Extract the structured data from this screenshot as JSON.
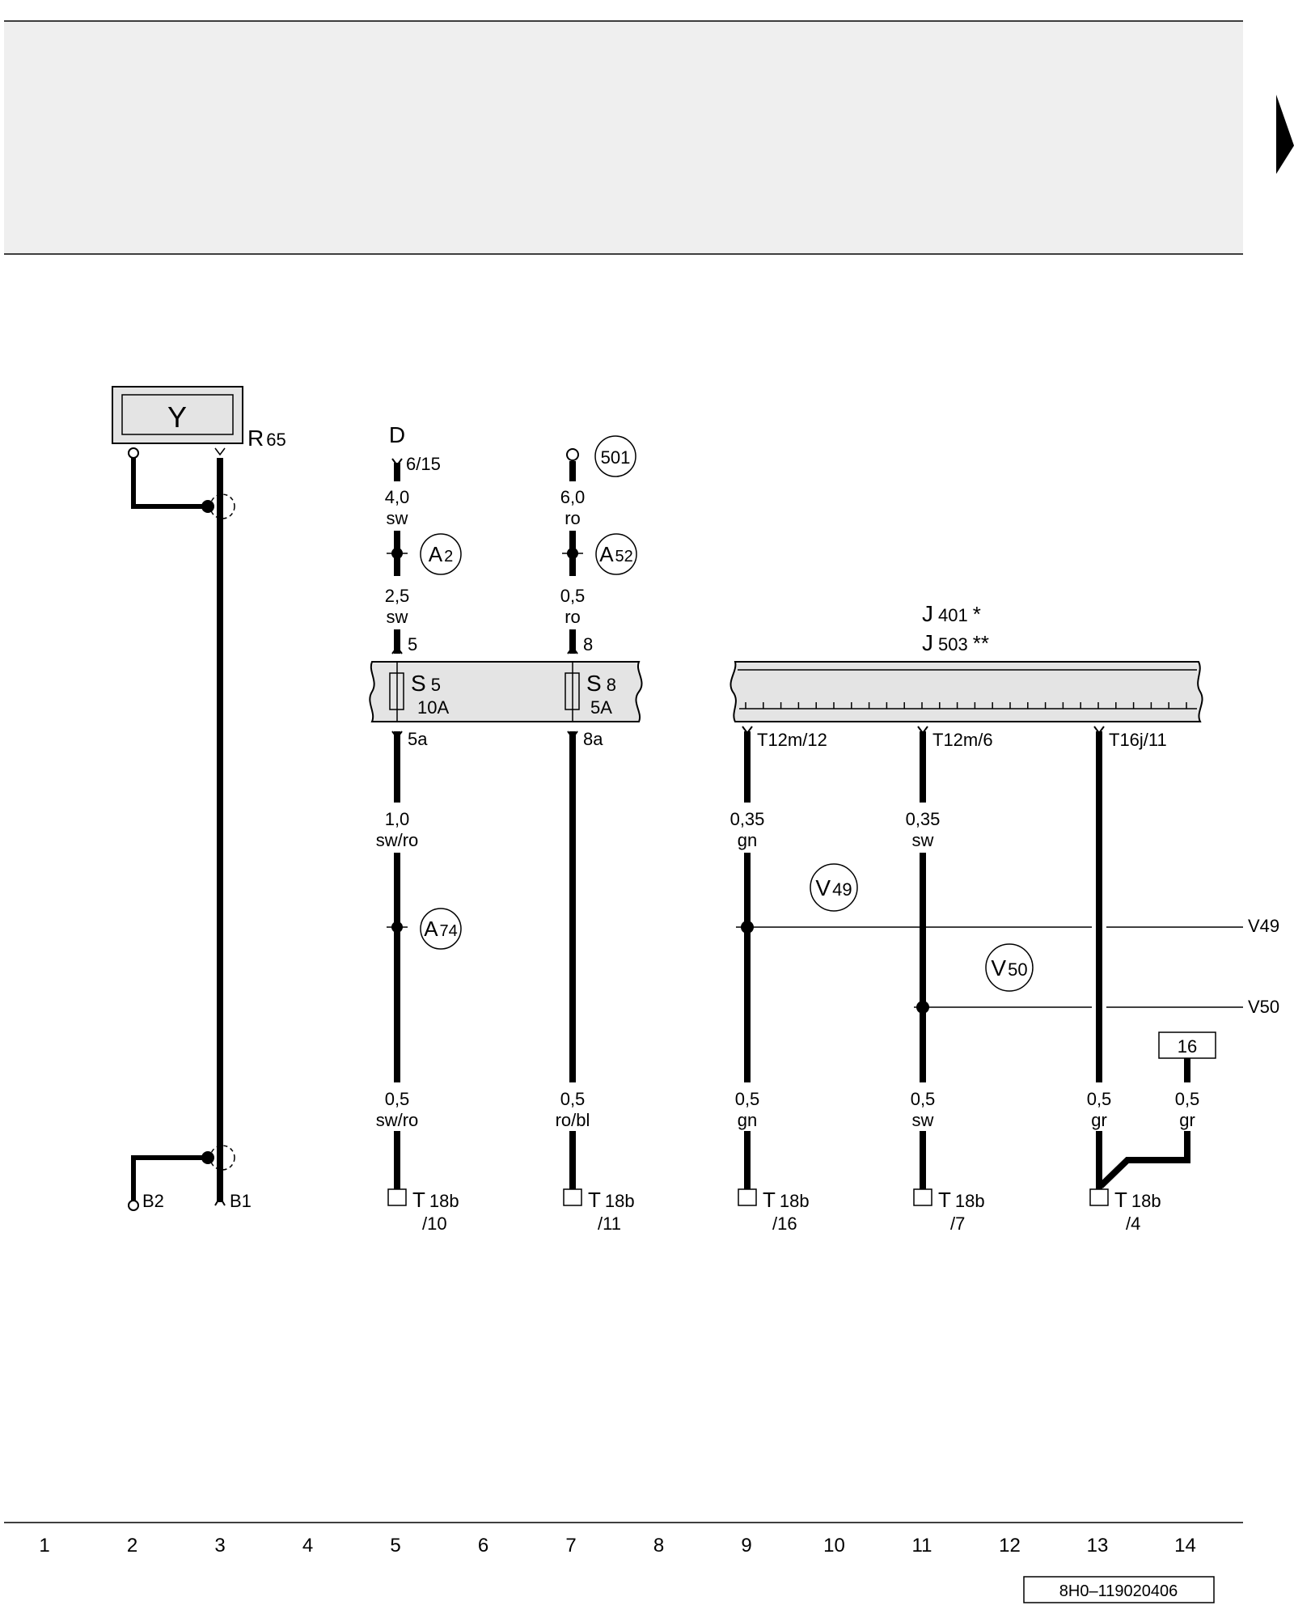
{
  "r65": {
    "prefix": "R",
    "number": "65",
    "symbol": "Y",
    "pin_b2": "B2",
    "pin_b1": "B1"
  },
  "col5": {
    "top_label": "D",
    "top_pin": "6/15",
    "w1_size": "4,0",
    "w1_color": "sw",
    "conn1_letter": "A",
    "conn1_number": "2",
    "w2_size": "2,5",
    "w2_color": "sw",
    "fuse_in_pin": "5",
    "fuse_letter": "S",
    "fuse_number": "5",
    "fuse_rating": "10A",
    "fuse_out_pin": "5a",
    "w3_size": "1,0",
    "w3_color": "sw/ro",
    "conn2_letter": "A",
    "conn2_number": "74",
    "w4_size": "0,5",
    "w4_color": "sw/ro",
    "term_prefix": "T",
    "term_number": "18b",
    "term_pin": "/10"
  },
  "col7": {
    "ref": "501",
    "w1_size": "6,0",
    "w1_color": "ro",
    "conn1_letter": "A",
    "conn1_number": "52",
    "w2_size": "0,5",
    "w2_color": "ro",
    "fuse_in_pin": "8",
    "fuse_letter": "S",
    "fuse_number": "8",
    "fuse_rating": "5A",
    "fuse_out_pin": "8a",
    "w3_size": "0,5",
    "w3_color": "ro/bl",
    "term_prefix": "T",
    "term_number": "18b",
    "term_pin": "/11"
  },
  "module": {
    "j1_letter": "J",
    "j1_number": "401",
    "j1_mark": "*",
    "j2_letter": "J",
    "j2_number": "503",
    "j2_mark": "**"
  },
  "col9": {
    "pin": "T12m/12",
    "w1_size": "0,35",
    "w1_color": "gn",
    "w2_size": "0,5",
    "w2_color": "gn",
    "term_prefix": "T",
    "term_number": "18b",
    "term_pin": "/16"
  },
  "col11": {
    "pin": "T12m/6",
    "w1_size": "0,35",
    "w1_color": "sw",
    "w2_size": "0,5",
    "w2_color": "sw",
    "term_prefix": "T",
    "term_number": "18b",
    "term_pin": "/7"
  },
  "col13": {
    "pin": "T16j/11",
    "w2_size": "0,5",
    "w2_color": "gr",
    "term_prefix": "T",
    "term_number": "18b",
    "term_pin": "/4"
  },
  "col14": {
    "ref": "16",
    "w_size": "0,5",
    "w_color": "gr"
  },
  "v49": {
    "letter": "V",
    "number": "49",
    "edge_label": "V49"
  },
  "v50": {
    "letter": "V",
    "number": "50",
    "edge_label": "V50"
  },
  "tracks": [
    "1",
    "2",
    "3",
    "4",
    "5",
    "6",
    "7",
    "8",
    "9",
    "10",
    "11",
    "12",
    "13",
    "14"
  ],
  "doc_code": "8H0–119020406"
}
